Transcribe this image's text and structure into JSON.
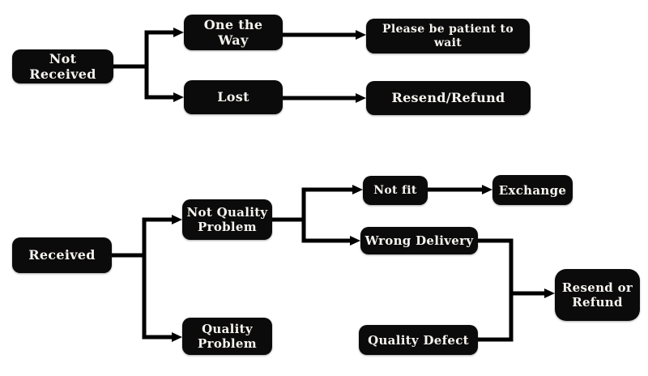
{
  "diagram": {
    "background_color": "#ffffff",
    "node_fill_color": "#0b0b0b",
    "node_text_color": "#f7f4ef",
    "connector_color": "#000000"
  },
  "nodes": {
    "not_received": {
      "label": "Not Received"
    },
    "one_the_way": {
      "label": "One the Way"
    },
    "lost": {
      "label": "Lost"
    },
    "please_be_patient": {
      "label": "Please be patient to wait"
    },
    "resend_refund": {
      "label": "Resend/Refund"
    },
    "received": {
      "label": "Received"
    },
    "not_quality_problem": {
      "label": "Not Quality\nProblem"
    },
    "quality_problem": {
      "label": "Quality\nProblem"
    },
    "not_fit": {
      "label": "Not fit"
    },
    "exchange": {
      "label": "Exchange"
    },
    "wrong_delivery": {
      "label": "Wrong Delivery"
    },
    "quality_defect": {
      "label": "Quality Defect"
    },
    "resend_or_refund": {
      "label": "Resend or\nRefund"
    }
  },
  "edges": [
    {
      "from": "Not Received",
      "to": "One the Way"
    },
    {
      "from": "Not Received",
      "to": "Lost"
    },
    {
      "from": "One the Way",
      "to": "Please be patient to wait"
    },
    {
      "from": "Lost",
      "to": "Resend/Refund"
    },
    {
      "from": "Received",
      "to": "Not Quality Problem"
    },
    {
      "from": "Received",
      "to": "Quality Problem"
    },
    {
      "from": "Not Quality Problem",
      "to": "Not fit"
    },
    {
      "from": "Not Quality Problem",
      "to": "Wrong Delivery"
    },
    {
      "from": "Not fit",
      "to": "Exchange"
    },
    {
      "from": "Wrong Delivery",
      "to": "Resend or Refund"
    },
    {
      "from": "Quality Problem",
      "to": "Quality Defect"
    },
    {
      "from": "Quality Defect",
      "to": "Resend or Refund"
    }
  ]
}
